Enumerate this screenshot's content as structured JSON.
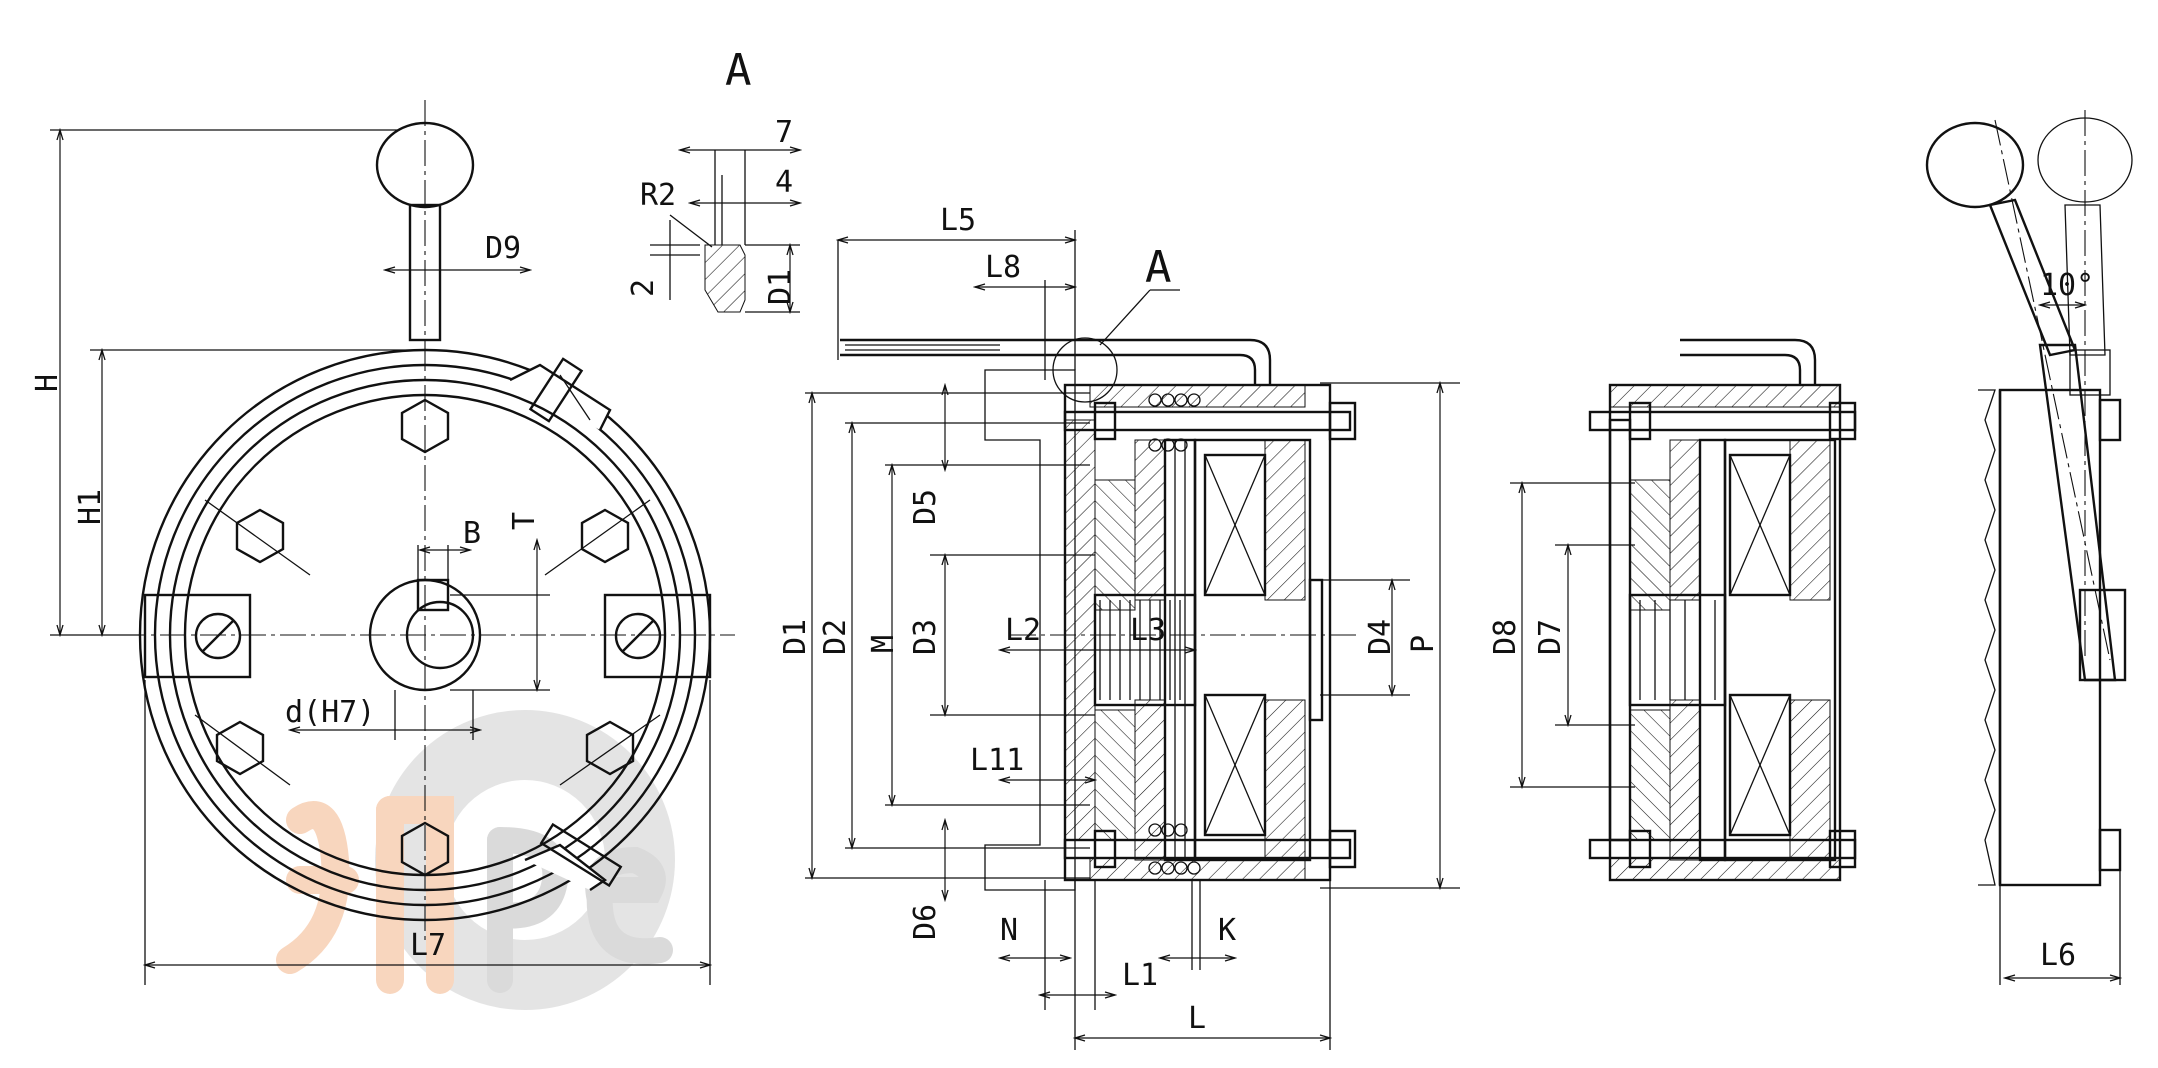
{
  "section_mark": "A",
  "detail": {
    "title": "A",
    "labels": {
      "r2": "R2",
      "d7": "7",
      "d4": "4",
      "d2": "2",
      "d1": "D1"
    }
  },
  "front_view": {
    "labels": {
      "h": "H",
      "h1": "H1",
      "d9": "D9",
      "b": "B",
      "t": "T",
      "d_h7": "d(H7)",
      "l7": "L7"
    }
  },
  "section_view": {
    "labels": {
      "l5": "L5",
      "l8": "L8",
      "a": "A",
      "d1": "D1",
      "d2": "D2",
      "m": "M",
      "d5": "D5",
      "d3": "D3",
      "d6": "D6",
      "l2": "L2",
      "l3": "L3",
      "l11": "L11",
      "d4": "D4",
      "p": "P",
      "n": "N",
      "l1": "L1",
      "k": "K",
      "l": "L"
    }
  },
  "alt_section_view": {
    "labels": {
      "d8": "D8",
      "d7": "D7"
    }
  },
  "side_view": {
    "labels": {
      "angle": "10°",
      "l6": "L6"
    }
  },
  "watermark": {
    "colors": {
      "accent": "#f3b58a",
      "gear": "#d9d9d9"
    }
  }
}
